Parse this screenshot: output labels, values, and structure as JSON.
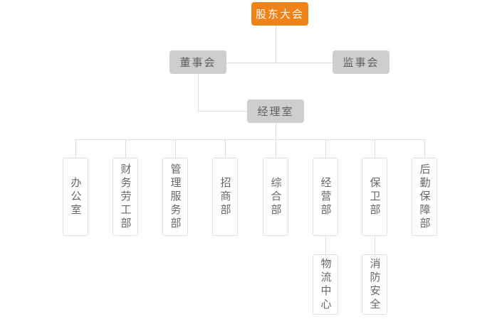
{
  "colors": {
    "accent": "#EF8319",
    "node_gray": "#CECECE",
    "node_text": "#5E5E5E",
    "dept_border": "#DFDFDF",
    "dept_text": "#666666",
    "line": "#DDDDDD",
    "background": "#FFFFFF"
  },
  "org": {
    "root": {
      "label": "股东大会"
    },
    "level2": [
      {
        "label": "董事会"
      },
      {
        "label": "监事会"
      }
    ],
    "level3": {
      "label": "经理室"
    },
    "departments": [
      {
        "label": "办公室"
      },
      {
        "label": "财务劳工部"
      },
      {
        "label": "管理服务部"
      },
      {
        "label": "招商部"
      },
      {
        "label": "综合部"
      },
      {
        "label": "经营部"
      },
      {
        "label": "保卫部"
      },
      {
        "label": "后勤保障部"
      }
    ],
    "sub_departments": [
      {
        "label": "物流中心",
        "parent": "经营部"
      },
      {
        "label": "消防安全",
        "parent": "保卫部"
      }
    ]
  }
}
